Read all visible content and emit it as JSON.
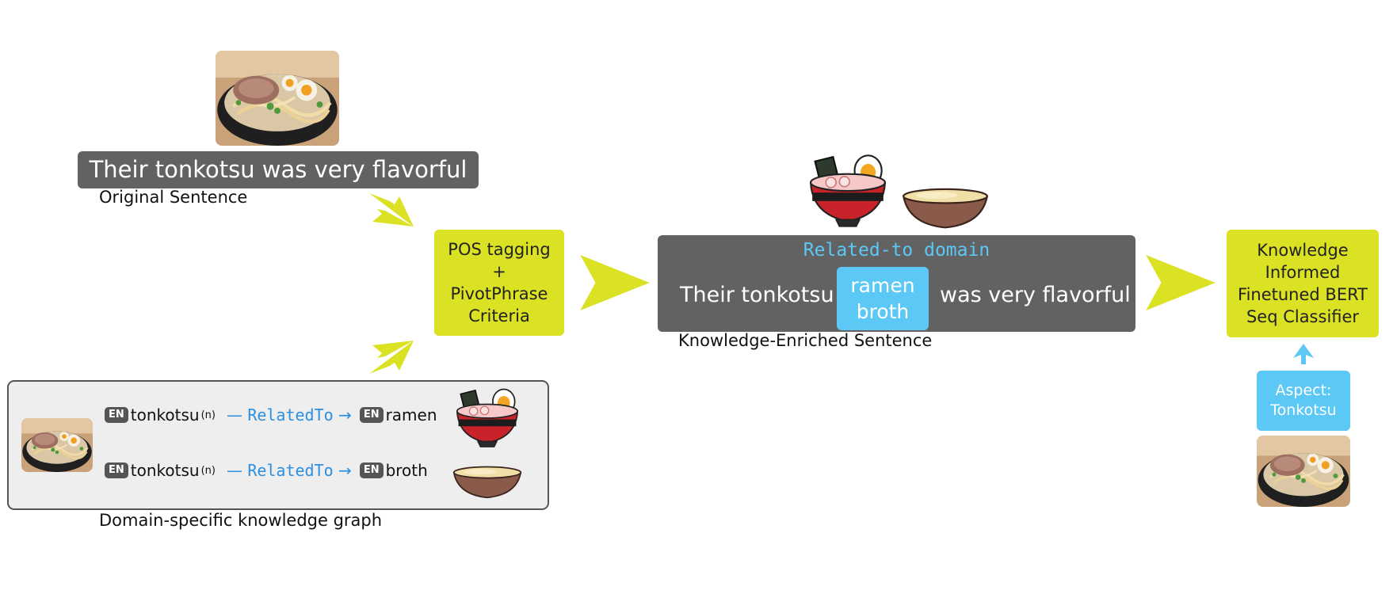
{
  "colors": {
    "accent_yellow": "#dbe123",
    "dark_box": "#626262",
    "highlight_blue": "#5bc8f5",
    "relation_blue": "#2d8fe0",
    "panel_bg": "#eeeeee"
  },
  "original": {
    "sentence": "Their tonkotsu was very flavorful",
    "caption": "Original Sentence",
    "image_icon": "ramen-photo"
  },
  "pos_box": {
    "label": "POS tagging\n+\nPivotPhrase\nCriteria"
  },
  "enriched": {
    "relation_header": "Related-to domain",
    "prefix": "Their tonkotsu",
    "highlight_line1": "ramen",
    "highlight_line2": "broth",
    "suffix": "was very flavorful",
    "caption": "Knowledge-Enriched Sentence",
    "icons": [
      "ramen-bowl-icon",
      "broth-bowl-icon"
    ]
  },
  "classifier": {
    "label": "Knowledge\nInformed\nFinetuned BERT\nSeq Classifier"
  },
  "aspect": {
    "label": "Aspect:\nTonkotsu",
    "image_icon": "ramen-photo"
  },
  "knowledge_graph": {
    "caption": "Domain-specific knowledge graph",
    "rows": [
      {
        "lang": "EN",
        "subject": "tonkotsu",
        "sup": "(n)",
        "relation": "RelatedTo",
        "object_lang": "EN",
        "object": "ramen",
        "icon": "ramen-bowl-icon"
      },
      {
        "lang": "EN",
        "subject": "tonkotsu",
        "sup": "(n)",
        "relation": "RelatedTo",
        "object_lang": "EN",
        "object": "broth",
        "icon": "broth-bowl-icon"
      }
    ]
  }
}
